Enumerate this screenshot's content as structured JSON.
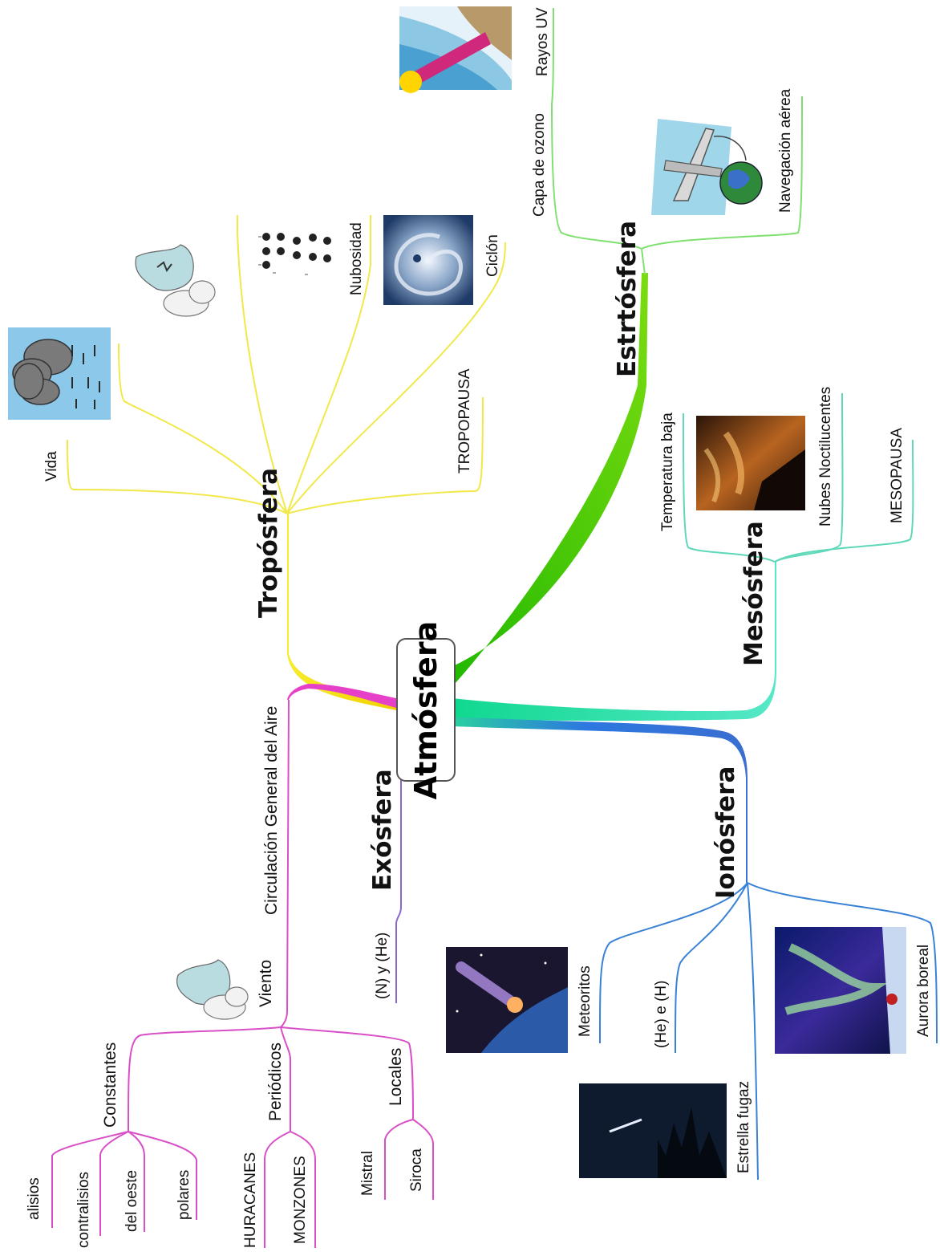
{
  "central_topic": "Atmósfera",
  "branches": {
    "troposfera": {
      "title": "Tropósfera",
      "color": "#f4e600",
      "children": [
        "Vida",
        "Nubosidad",
        "Ciclón",
        "TROPOPAUSA"
      ],
      "icons": [
        "rain-cloud-icon",
        "weather-map-icon",
        "cloud-cover-symbols-icon",
        "cyclone-photo"
      ]
    },
    "estratosfera": {
      "title": "Estrtósfera",
      "color": "#4bd800",
      "children": [
        "Capa de ozono",
        "Rayos UV",
        "Navegación aérea"
      ],
      "icons": [
        "ozone-layer-illustration",
        "airplane-globe-icon"
      ]
    },
    "mesosfera": {
      "title": "Mesósfera",
      "color": "#3ce6b4",
      "children": [
        "Temperatura baja",
        "Nubes Noctilucentes",
        "MESOPAUSA"
      ],
      "icons": [
        "noctilucent-clouds-photo"
      ]
    },
    "ionosfera": {
      "title": "Ionósfera",
      "color": "#2f7fd8",
      "children": [
        "Meteoritos",
        "(He) e (H)",
        "Aurora boreal",
        "Estrella fugaz"
      ],
      "icons": [
        "meteorite-photo",
        "aurora-photo",
        "shooting-star-photo"
      ]
    },
    "exosfera": {
      "title": "Exósfera",
      "color": "#8a66c8",
      "children": [
        "(N) y (He)"
      ]
    },
    "circulacion": {
      "title": "Circulación General del Aire",
      "color": "#e236c8",
      "viento": "Viento",
      "constantes": {
        "label": "Constantes",
        "items": [
          "alisios",
          "contralisios",
          "del oeste",
          "polares"
        ]
      },
      "periodicos": {
        "label": "Periódicos",
        "items": [
          "HURACANES",
          "MONZONES"
        ]
      },
      "locales": {
        "label": "Locales",
        "items": [
          "Mistral",
          "Siroca"
        ]
      },
      "icons": [
        "weather-map-icon"
      ]
    }
  }
}
